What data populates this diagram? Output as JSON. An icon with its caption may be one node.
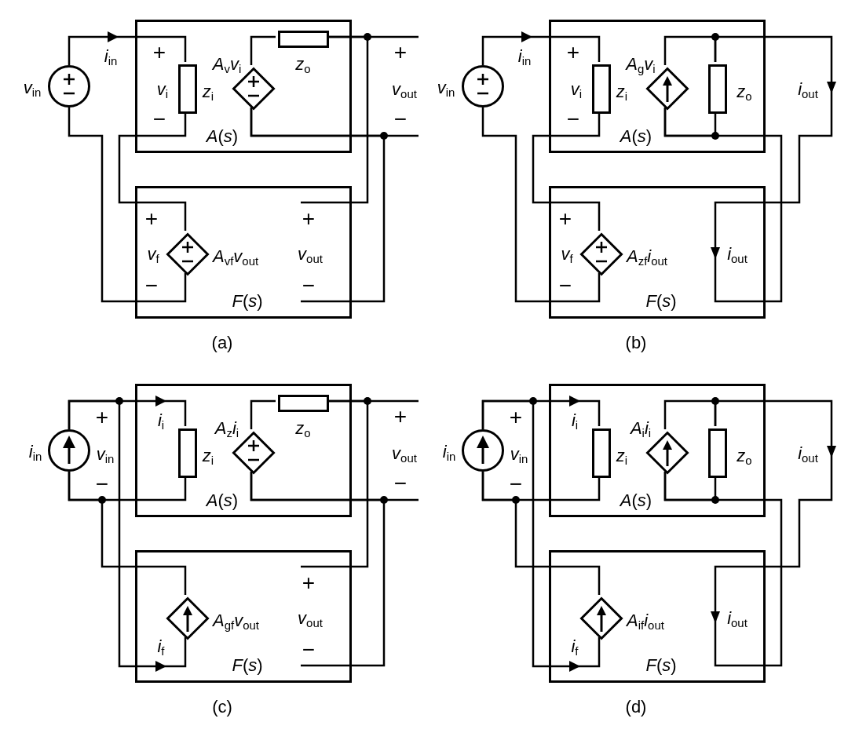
{
  "diagram": {
    "nodes": [
      {
        "text": [],
        "shape": "circle",
        "beside": [
          "*v*$_{in}$"
        ]
      },
      {
        "text": [
          "*A*(*s*)"
        ]
      },
      {
        "text": [],
        "shape": "box",
        "in": 1,
        "beside": [
          "*z*$_{i}$"
        ]
      },
      {
        "text": [],
        "shape": "diamond",
        "in": 1,
        "beside": [
          "*A*$_{v}$*v*$_{i}$"
        ]
      },
      {
        "text": [],
        "shape": "box",
        "in": 1,
        "beside": [
          "*z*$_{o}$"
        ]
      },
      {
        "text": [
          "*F*(*s*)"
        ]
      },
      {
        "text": [],
        "shape": "diamond",
        "in": 5,
        "beside": [
          "*A*$_{vf}$*v*$_{out}$"
        ]
      },
      {
        "text": [],
        "shape": "circle",
        "beside": [
          "*v*$_{in}$"
        ]
      },
      {
        "text": [
          "*A*(*s*)"
        ]
      },
      {
        "text": [],
        "shape": "box",
        "in": 8,
        "beside": [
          "*z*$_{i}$"
        ]
      },
      {
        "text": [],
        "shape": "diamond",
        "in": 8,
        "beside": [
          "*A*$_{g}$*v*$_{i}$"
        ]
      },
      {
        "text": [],
        "shape": "box",
        "in": 8,
        "beside": [
          "*z*$_{o}$"
        ]
      },
      {
        "text": [
          "*F*(*s*)"
        ]
      },
      {
        "text": [],
        "shape": "diamond",
        "in": 12,
        "beside": [
          "*A*$_{zf}$*i*$_{out}$"
        ]
      },
      {
        "text": [],
        "shape": "circle",
        "beside": [
          "*i*$_{in}$"
        ]
      },
      {
        "text": [
          "*A*(*s*)"
        ]
      },
      {
        "text": [],
        "shape": "box",
        "in": 15,
        "beside": [
          "*z*$_{i}$"
        ]
      },
      {
        "text": [],
        "shape": "diamond",
        "in": 15,
        "beside": [
          "*A*$_{z}$*i*$_{i}$"
        ]
      },
      {
        "text": [],
        "shape": "box",
        "in": 15,
        "beside": [
          "*z*$_{o}$"
        ]
      },
      {
        "text": [
          "*F*(*s*)"
        ]
      },
      {
        "text": [],
        "shape": "diamond",
        "in": 19,
        "beside": [
          "*A*$_{gf}$*v*$_{out}$"
        ]
      },
      {
        "text": [],
        "shape": "circle",
        "beside": [
          "*i*$_{in}$"
        ]
      },
      {
        "text": [
          "*A*(*s*)"
        ]
      },
      {
        "text": [],
        "shape": "box",
        "in": 22,
        "beside": [
          "*z*$_{i}$"
        ]
      },
      {
        "text": [],
        "shape": "diamond",
        "in": 22,
        "beside": [
          "*A*$_{i}$*i*$_{i}$"
        ]
      },
      {
        "text": [],
        "shape": "box",
        "in": 22,
        "beside": [
          "*z*$_{o}$"
        ]
      },
      {
        "text": [
          "*F*(*s*)"
        ]
      },
      {
        "text": [],
        "shape": "diamond",
        "in": 26,
        "beside": [
          "*A*$_{if}$*i*$_{out}$"
        ]
      }
    ],
    "edges": [
      {
        "from": 0,
        "to": 2,
        "arrow": "to"
      },
      {
        "from": 0,
        "to": 6,
        "arrow": "none"
      },
      {
        "from": 2,
        "to": 6,
        "arrow": "none"
      },
      {
        "from": 3,
        "to": 4,
        "arrow": "none"
      },
      {
        "from": 4,
        "to": null,
        "arrow": "none"
      },
      {
        "from": 4,
        "to": null,
        "arrow": "none"
      },
      {
        "from": 3,
        "to": null,
        "arrow": "none"
      },
      {
        "from": 3,
        "to": null,
        "arrow": "none"
      },
      {
        "from": 7,
        "to": 9,
        "arrow": "to"
      },
      {
        "from": 7,
        "to": 13,
        "arrow": "none"
      },
      {
        "from": 9,
        "to": 13,
        "arrow": "none"
      },
      {
        "from": 10,
        "to": 11,
        "arrow": "none"
      },
      {
        "from": 10,
        "to": 11,
        "arrow": "none"
      },
      {
        "from": 11,
        "to": 12,
        "arrow": "to"
      },
      {
        "from": 12,
        "to": 10,
        "arrow": "none"
      },
      {
        "from": 14,
        "to": 16,
        "arrow": "to"
      },
      {
        "from": 14,
        "to": 20,
        "arrow": "to"
      },
      {
        "from": 14,
        "to": 16,
        "arrow": "none"
      },
      {
        "from": 14,
        "to": 20,
        "arrow": "none"
      },
      {
        "from": 17,
        "to": 18,
        "arrow": "none"
      },
      {
        "from": 18,
        "to": null,
        "arrow": "none"
      },
      {
        "from": 18,
        "to": null,
        "arrow": "none"
      },
      {
        "from": 17,
        "to": null,
        "arrow": "none"
      },
      {
        "from": 17,
        "to": null,
        "arrow": "none"
      },
      {
        "from": 21,
        "to": 23,
        "arrow": "to"
      },
      {
        "from": 21,
        "to": 27,
        "arrow": "to"
      },
      {
        "from": 21,
        "to": 23,
        "arrow": "none"
      },
      {
        "from": 21,
        "to": 27,
        "arrow": "none"
      },
      {
        "from": 24,
        "to": 25,
        "arrow": "none"
      },
      {
        "from": 24,
        "to": 25,
        "arrow": "none"
      },
      {
        "from": 25,
        "to": 26,
        "arrow": "to"
      },
      {
        "from": 26,
        "to": 24,
        "arrow": "none"
      }
    ],
    "labels": [
      "*i*$_{in}$",
      "+",
      "*v*$_{i}$",
      "−",
      "+",
      "*v*$_{out}$",
      "−",
      "+",
      "*v*$_{f}$",
      "−",
      "+",
      "*v*$_{out}$",
      "−",
      "(a)",
      "*i*$_{in}$",
      "+",
      "*v*$_{i}$",
      "−",
      "*i*$_{out}$",
      "+",
      "*v*$_{f}$",
      "−",
      "*i*$_{out}$",
      "(b)",
      "+",
      "*i*$_{i}$",
      "*v*$_{in}$",
      "−",
      "+",
      "*v*$_{out}$",
      "−",
      "+",
      "*v*$_{out}$",
      "*i*$_{f}$",
      "−",
      "(c)",
      "+",
      "*i*$_{i}$",
      "*v*$_{in}$",
      "−",
      "*i*$_{out}$",
      "*i*$_{out}$",
      "*i*$_{f}$",
      "(d)"
    ]
  }
}
